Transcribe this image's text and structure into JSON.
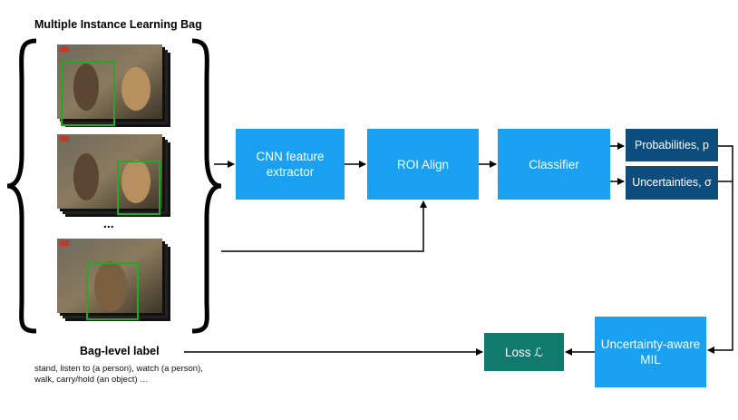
{
  "bag": {
    "title": "Multiple Instance Learning Bag",
    "ellipsis": "...",
    "label_title": "Bag-level label",
    "label_values_line1": "stand, listen to (a person), watch (a person),",
    "label_values_line2": "walk, carry/hold (an object) …"
  },
  "boxes": {
    "cnn": "CNN feature extractor",
    "roi": "ROI Align",
    "classifier": "Classifier",
    "probabilities": "Probabilities, p",
    "uncertainties": "Uncertainties, σ",
    "uamil": "Uncertainty-aware MIL",
    "loss": "Loss ℒ"
  },
  "colors": {
    "blue_box": "#19a0f0",
    "navy_box": "#0d4d7d",
    "teal_box": "#117a6e",
    "bbox_green": "#22aa22"
  }
}
